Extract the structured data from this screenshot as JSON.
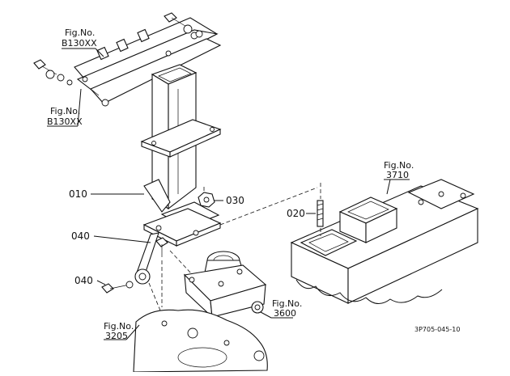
{
  "labels": {
    "ref_top": [
      "Fig.No.",
      "B130XX"
    ],
    "ref_mid": [
      "Fig.No.",
      "B130XX"
    ],
    "ref_3710": [
      "Fig.No.",
      "3710"
    ],
    "ref_3600": [
      "Fig.No.",
      "3600"
    ],
    "ref_3205": [
      "Fig.No.",
      "3205"
    ]
  },
  "parts": {
    "p010": "010",
    "p030": "030",
    "p020": "020",
    "p040a": "040",
    "p040b": "040"
  },
  "drawing_code": "3P705-045-10"
}
